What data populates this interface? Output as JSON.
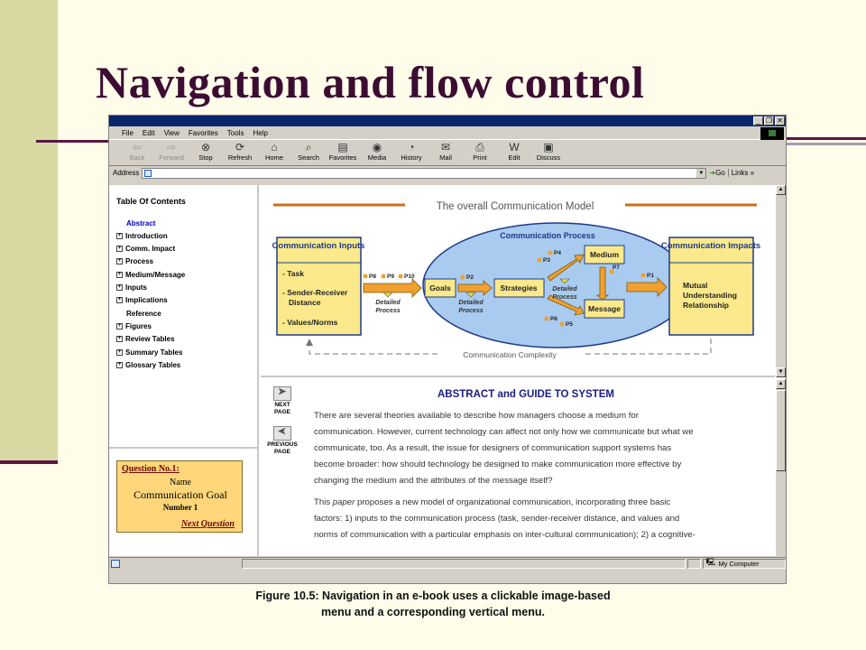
{
  "slide": {
    "title": "Navigation and flow control",
    "caption_line1": "Figure 10.5: Navigation in an e-book uses a clickable image-based",
    "caption_line2": "menu and a corresponding vertical menu."
  },
  "browser": {
    "menu": [
      "File",
      "Edit",
      "View",
      "Favorites",
      "Tools",
      "Help"
    ],
    "toolbar": [
      {
        "label": "Back",
        "icon": "back-arrow-icon",
        "glyph": "⇦",
        "disabled": true
      },
      {
        "label": "Forward",
        "icon": "forward-arrow-icon",
        "glyph": "⇨",
        "disabled": true
      },
      {
        "label": "Stop",
        "icon": "stop-icon",
        "glyph": "⊗",
        "disabled": false
      },
      {
        "label": "Refresh",
        "icon": "refresh-icon",
        "glyph": "⟳",
        "disabled": false
      },
      {
        "label": "Home",
        "icon": "home-icon",
        "glyph": "⌂",
        "disabled": false
      },
      {
        "label": "Search",
        "icon": "search-icon",
        "glyph": "⌕",
        "disabled": false
      },
      {
        "label": "Favorites",
        "icon": "favorites-icon",
        "glyph": "▤",
        "disabled": false
      },
      {
        "label": "Media",
        "icon": "media-icon",
        "glyph": "◉",
        "disabled": false
      },
      {
        "label": "History",
        "icon": "history-icon",
        "glyph": "◔",
        "disabled": false
      },
      {
        "label": "Mail",
        "icon": "mail-icon",
        "glyph": "✉",
        "disabled": false
      },
      {
        "label": "Print",
        "icon": "print-icon",
        "glyph": "⎙",
        "disabled": false
      },
      {
        "label": "Edit",
        "icon": "edit-icon",
        "glyph": "W",
        "disabled": false
      },
      {
        "label": "Discuss",
        "icon": "discuss-icon",
        "glyph": "▣",
        "disabled": false
      }
    ],
    "address_label": "Address",
    "address_value": "",
    "go_label": "Go",
    "links_label": "Links",
    "status_zone": "My Computer"
  },
  "toc": {
    "title": "Table Of Contents",
    "items": [
      {
        "label": "Abstract",
        "type": "link"
      },
      {
        "label": "Introduction",
        "type": "expand"
      },
      {
        "label": "Comm. Impact",
        "type": "expand"
      },
      {
        "label": "Process",
        "type": "expand"
      },
      {
        "label": "Medium/Message",
        "type": "expand"
      },
      {
        "label": "Inputs",
        "type": "expand"
      },
      {
        "label": "Implications",
        "type": "expand"
      },
      {
        "label": "Reference",
        "type": "plain"
      },
      {
        "label": "Figures",
        "type": "expand"
      },
      {
        "label": "Review Tables",
        "type": "expand"
      },
      {
        "label": "Summary Tables",
        "type": "expand"
      },
      {
        "label": "Glossary Tables",
        "type": "expand"
      }
    ]
  },
  "question": {
    "heading": "Question No.1:",
    "name": "Name",
    "goal": "Communication Goal",
    "number": "Number 1",
    "next": "Next Question"
  },
  "diagram": {
    "banner": "The overall Communication Model",
    "inputs_title": "Communication Inputs",
    "inputs_items": [
      "- Task",
      "- Sender-Receiver",
      "Distance",
      "- Values/Norms"
    ],
    "process_title": "Communication Process",
    "goals": "Goals",
    "strategies": "Strategies",
    "medium": "Medium",
    "message": "Message",
    "impacts_title": "Communication Impacts",
    "impacts_items": [
      "Mutual",
      "Understanding",
      "Relationship"
    ],
    "detailed_process_1": [
      "Detailed",
      "Process"
    ],
    "detailed_process_2": [
      "Detailed",
      "Process"
    ],
    "detailed_process_3": [
      "Detailed",
      "Process"
    ],
    "p_labels": {
      "p8": "P8",
      "p9": "P9",
      "p10": "P10",
      "p2": "P2",
      "p3": "P3",
      "p4": "P4",
      "p7": "P7",
      "p1": "P1",
      "p6": "P6",
      "p5": "P5"
    },
    "complexity": "Communication Complexity",
    "colors": {
      "box_fill": "#fbe98b",
      "box_border": "#1f3a8a",
      "title": "#1f3a8a",
      "ellipse": "#a9cbef",
      "arrow": "#f0a030",
      "pdot": "#f0a030"
    }
  },
  "content": {
    "next_page": [
      "NEXT",
      "PAGE"
    ],
    "previous_page": [
      "PREVIOUS",
      "PAGE"
    ],
    "heading": "ABSTRACT and GUIDE TO SYSTEM",
    "para1": [
      "There are several theories available to describe how managers choose a medium for",
      "communication. However, current technology can affect not only how we communicate but what we",
      "communicate, too. As a result, the issue for designers of communication support systems has",
      "become broader: how should technology be designed to make communication more effective by",
      "changing the medium and the attributes of the message itself?"
    ],
    "para2_line1_pre": "This ",
    "para2_line1_em": "paper",
    "para2_line1_post": " proposes a new model of organizational communication, incorporating three basic",
    "para2": [
      "factors: 1) inputs to the communication process (task, sender-receiver distance, and values and",
      "norms of communication with a particular emphasis on inter-cultural communication); 2) a cognitive-"
    ]
  }
}
